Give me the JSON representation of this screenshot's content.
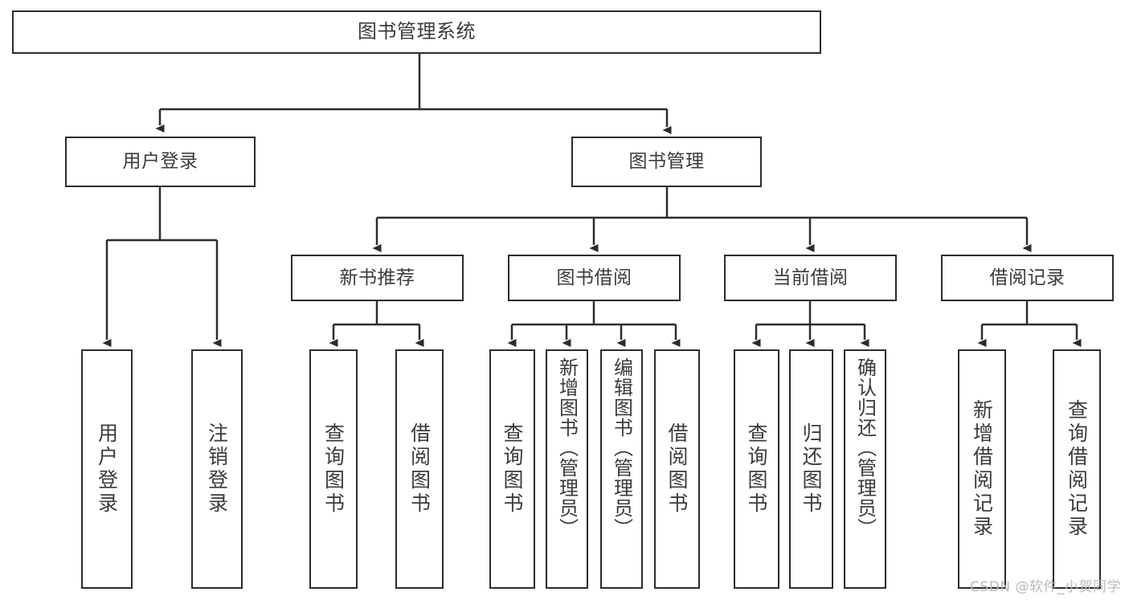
{
  "diagram": {
    "title": "图书管理系统",
    "type": "functional-structure-tree",
    "stroke_color": "#2c2c2c",
    "text_color": "#3b3b3b",
    "background_color": "#ffffff",
    "watermark": "CSDN @软件_小贺同学"
  },
  "nodes": {
    "root": {
      "label": "图书管理系统"
    },
    "level2": [
      {
        "id": "user-login",
        "label": "用户登录"
      },
      {
        "id": "book-manage",
        "label": "图书管理"
      }
    ],
    "level3": [
      {
        "id": "new-book-recommend",
        "label": "新书推荐"
      },
      {
        "id": "book-borrow",
        "label": "图书借阅"
      },
      {
        "id": "current-borrow",
        "label": "当前借阅"
      },
      {
        "id": "borrow-record",
        "label": "借阅记录"
      }
    ],
    "leaves": {
      "user-login": [
        {
          "id": "leaf-user-login",
          "label": "用户登录"
        },
        {
          "id": "leaf-logout-login",
          "label": "注销登录"
        }
      ],
      "new-book-recommend": [
        {
          "id": "leaf-query-book-1",
          "label": "查询图书"
        },
        {
          "id": "leaf-borrow-book-1",
          "label": "借阅图书"
        }
      ],
      "book-borrow": [
        {
          "id": "leaf-query-book-2",
          "label": "查询图书"
        },
        {
          "id": "leaf-add-book",
          "label": "新增图书（管理员）"
        },
        {
          "id": "leaf-edit-book",
          "label": "编辑图书（管理员）"
        },
        {
          "id": "leaf-borrow-book-2",
          "label": "借阅图书"
        }
      ],
      "current-borrow": [
        {
          "id": "leaf-query-book-3",
          "label": "查询图书"
        },
        {
          "id": "leaf-return-book",
          "label": "归还图书"
        },
        {
          "id": "leaf-confirm-return",
          "label": "确认归还（管理员）"
        }
      ],
      "borrow-record": [
        {
          "id": "leaf-add-record",
          "label": "新增借阅记录"
        },
        {
          "id": "leaf-query-record",
          "label": "查询借阅记录"
        }
      ]
    }
  }
}
